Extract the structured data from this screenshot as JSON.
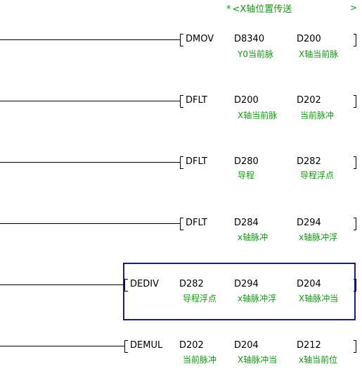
{
  "header": {
    "star": "*",
    "comment": "<X轴位置传送",
    "end_marker": ">"
  },
  "rungs": [
    {
      "instruction": "DMOV",
      "operands": [
        "D8340",
        "D200"
      ],
      "comments": [
        "Y0当前脉",
        "X轴当前脉"
      ]
    },
    {
      "instruction": "DFLT",
      "operands": [
        "D200",
        "D202"
      ],
      "comments": [
        "X轴当前脉",
        "当前脉冲"
      ]
    },
    {
      "instruction": "DFLT",
      "operands": [
        "D280",
        "D282"
      ],
      "comments": [
        "导程",
        "导程浮点"
      ]
    },
    {
      "instruction": "DFLT",
      "operands": [
        "D284",
        "D294"
      ],
      "comments": [
        "x轴脉冲",
        "x轴脉冲浮"
      ]
    },
    {
      "instruction": "DEDIV",
      "operands": [
        "D282",
        "D294",
        "D204"
      ],
      "comments": [
        "导程浮点",
        "x轴脉冲浮",
        "X轴脉冲当"
      ]
    },
    {
      "instruction": "DEMUL",
      "operands": [
        "D202",
        "D204",
        "D212"
      ],
      "comments": [
        "当前脉冲",
        "X轴脉冲当",
        "x轴当前位"
      ]
    }
  ],
  "colors": {
    "comment": "#119911",
    "selection": "#1a1a8c",
    "wire": "#000000"
  }
}
